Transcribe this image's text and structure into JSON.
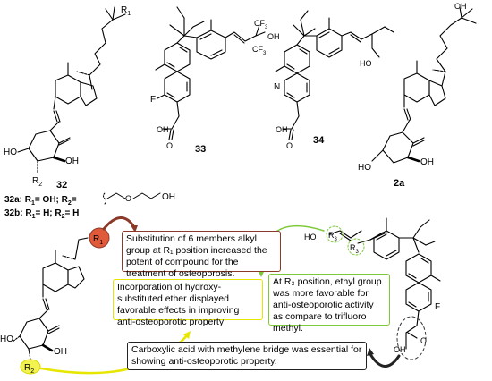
{
  "compounds": {
    "c32": {
      "label": "32"
    },
    "c33": {
      "label": "33"
    },
    "c34": {
      "label": "34"
    },
    "c2a": {
      "label": "2a"
    }
  },
  "legend": {
    "l32a_prefix": "32a: R",
    "l32a_mid": "= OH; R",
    "l32a_end": "=",
    "l32a_substituent": "OH",
    "l32b_prefix": "32b: R",
    "l32b_mid": "= H; R",
    "l32b_end": "= H",
    "sub1": "1",
    "sub2": "2"
  },
  "atoms": {
    "r": "R",
    "r1_sub": "1",
    "r2_sub": "2",
    "r3_sub": "3",
    "ho": "HO",
    "oh": "OH",
    "f": "F",
    "n": "N",
    "o": "O",
    "cf3": "CF",
    "cf3_sub": "3",
    "ho_bottom": "HO"
  },
  "notes": {
    "n1": "Substitution of 6 members alkyl group at R₁ position increased the potent of compound for the treatment of osteoporosis.",
    "n2": "Incorporation of hydroxy-substituted ether displayed favorable effects in improving anti-osteoporotic property",
    "n3": "At R₃ position, ethyl group was more favorable for anti-osteoporotic activity as compare to trifluoro methyl.",
    "n4": "Carboxylic acid with methylene bridge was essential for showing anti-osteoporotic property."
  },
  "colors": {
    "brown": "#8b3a2a",
    "yellow": "#e6e600",
    "green": "#7dc93a",
    "dark": "#222222",
    "highlight_r1": "#e05a3a",
    "highlight_r2": "#f2f250"
  }
}
